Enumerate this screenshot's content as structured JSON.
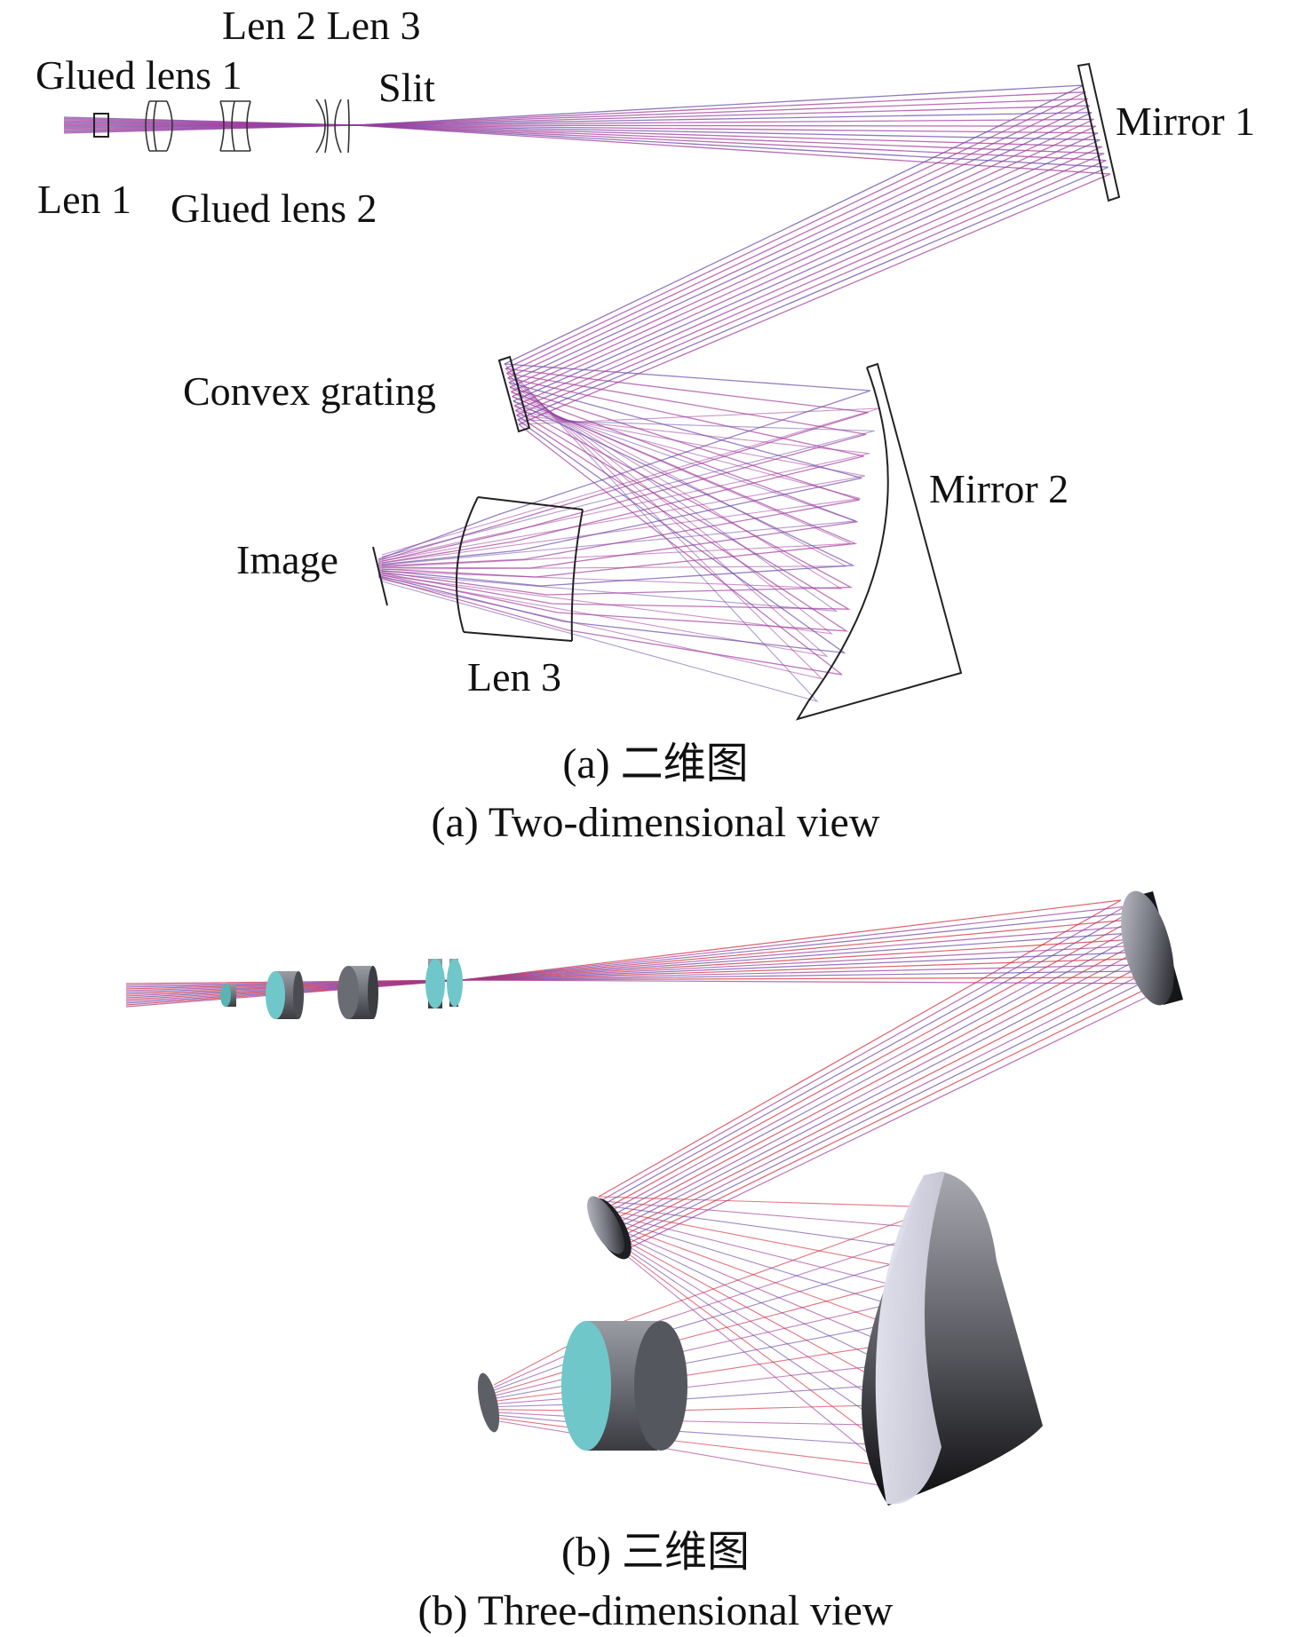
{
  "panel_a": {
    "labels": {
      "len2_len3": "Len 2 Len 3",
      "glued_lens_1": "Glued lens 1",
      "slit": "Slit",
      "mirror_1": "Mirror 1",
      "len_1": "Len 1",
      "glued_lens_2": "Glued lens 2",
      "convex_grating": "Convex grating",
      "mirror_2": "Mirror 2",
      "image": "Image",
      "len_3": "Len 3"
    },
    "caption_cn": "(a) 二维图",
    "caption_en": "(a) Two-dimensional view"
  },
  "panel_b": {
    "caption_cn": "(b) 三维图",
    "caption_en": "(b) Three-dimensional view"
  },
  "colors": {
    "ray_magenta": "#a23c9c",
    "ray_purple": "#6a4aa8",
    "ray_red": "#d22c3c",
    "element_outline": "#222222",
    "element_gray": "#6e7078",
    "lens_face_cyan": "#6fc7c9"
  }
}
